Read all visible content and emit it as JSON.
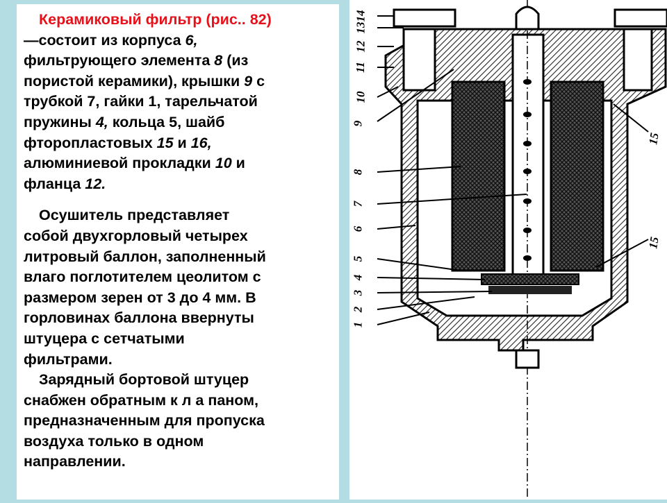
{
  "slide": {
    "title": "Керамиковый фильтр (рис.. 82)",
    "paragraph1": [
      [
        "—состоит из корпуса ",
        "6,"
      ],
      [
        "фильтрующего элемента ",
        "8",
        " (из"
      ],
      [
        "пористой керамики), крышки ",
        "9",
        " с"
      ],
      [
        "трубкой 7, гайки 1, тарельчатой"
      ],
      [
        "пружины ",
        "4,",
        " кольца 5, шайб"
      ],
      [
        "фторопластовых ",
        "15",
        " и ",
        "16,"
      ],
      [
        "алюминиевой прокладки ",
        "10",
        " и"
      ],
      [
        "фланца ",
        "12."
      ]
    ],
    "paragraph2": [
      "Осушитель представляет",
      "собой двухгорловый четырех",
      "литровый баллон, заполненный",
      "влаго поглотителем цеолитом с",
      "размером зерен от 3 до 4 мм. В",
      "горловинах баллона ввернуты",
      "штуцера с сетчатыми",
      "фильтрами."
    ],
    "paragraph3": [
      "Зарядный бортовой штуцер",
      "снабжен обратным к л а паном,",
      "предназначенным для пропуска",
      "воздуха только в одном",
      "направлении."
    ]
  },
  "figure": {
    "labels": [
      "14",
      "13",
      "12",
      "11",
      "10",
      "9",
      "8",
      "7",
      "6",
      "5",
      "4",
      "3",
      "2",
      "1"
    ],
    "right_labels": [
      "15",
      "15"
    ]
  },
  "colors": {
    "background": "#b3dde2",
    "title": "#e8101a"
  }
}
